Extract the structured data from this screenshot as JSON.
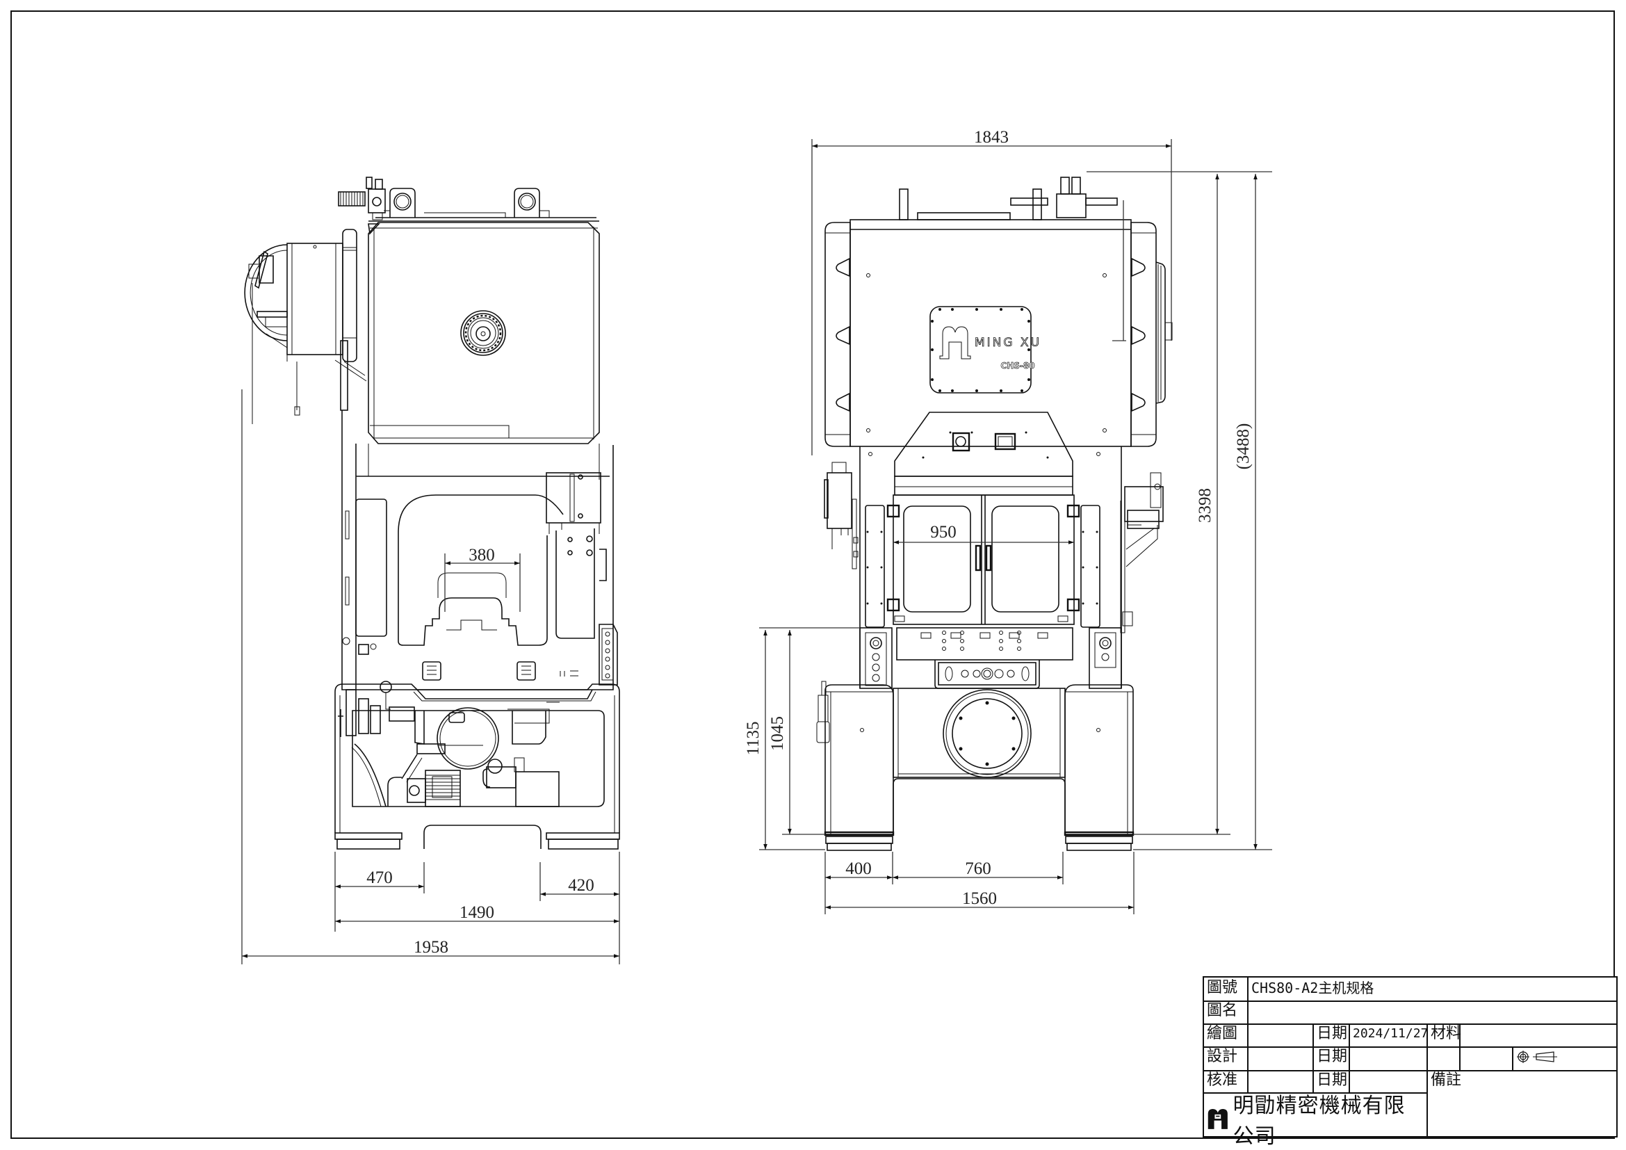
{
  "drawing": {
    "type": "engineering-drawing",
    "subject": "CHS-80 high-speed press, main machine specifications",
    "border_color": "#111111",
    "dimension_text_color": "#222222"
  },
  "side_view": {
    "dimensions": {
      "throat_width": "380",
      "base_left_foot": "470",
      "base_right_foot": "420",
      "base_width": "1490",
      "overall_depth": "1958"
    }
  },
  "front_view": {
    "nameplate": {
      "brand": "MING XU",
      "model": "CHS-80"
    },
    "dimensions": {
      "overall_width": "1843",
      "window_width": "950",
      "height_to_top": "3398",
      "height_overall": "(3488)",
      "bolster_height": "1135",
      "bed_height": "1045",
      "foot_width": "400",
      "foot_gap": "760",
      "base_width": "1560"
    }
  },
  "title_block": {
    "drawing_no_label": "圖號",
    "drawing_no_value": "CHS80-A2主机规格",
    "drawing_name_label": "圖名",
    "drawing_name_value": "",
    "drawn_label": "繪圖",
    "design_label": "設計",
    "approve_label": "核准",
    "date_label": "日期",
    "drawn_date": "2024/11/27",
    "design_date": "",
    "approve_date": "",
    "material_label": "材料",
    "material_value": "",
    "remarks_label": "備註",
    "projection_symbol": "first-angle-projection-icon",
    "company_name": "明勖精密機械有限公司",
    "company_logo": "ming-xu-logo-icon"
  }
}
